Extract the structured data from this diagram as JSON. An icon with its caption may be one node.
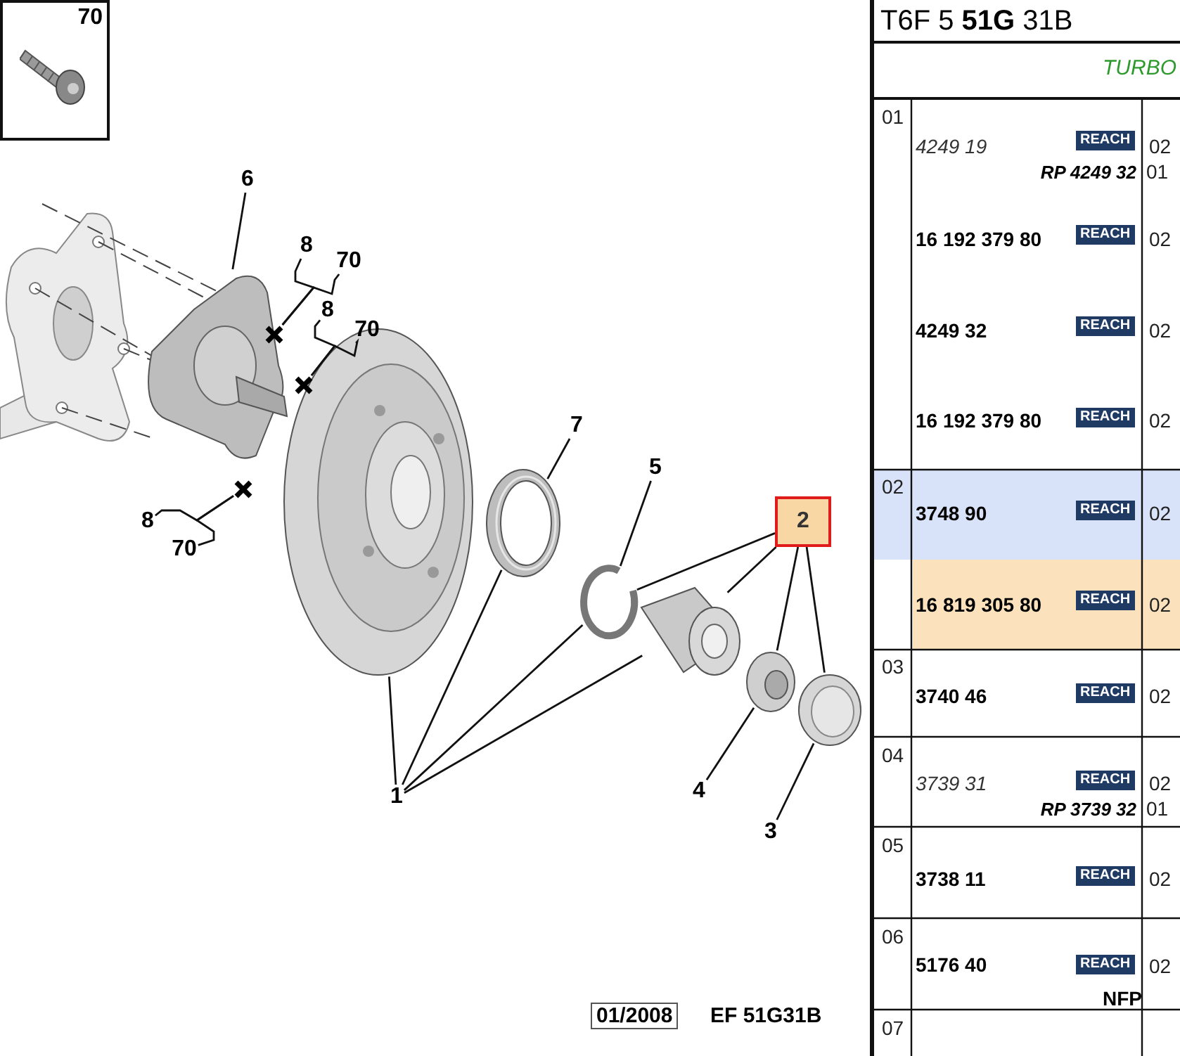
{
  "diagram": {
    "nodes": [
      {
        "text": [
          "70"
        ]
      },
      {
        "text": [
          "6"
        ]
      },
      {
        "text": [],
        "shape": "picture"
      },
      {
        "text": [
          "8"
        ]
      },
      {
        "text": [
          "70"
        ]
      },
      {
        "text": [],
        "shape": "cross"
      },
      {
        "text": [
          "8"
        ]
      },
      {
        "text": [
          "70"
        ]
      },
      {
        "text": [],
        "shape": "cross"
      },
      {
        "text": [
          "8"
        ]
      },
      {
        "text": [
          "70"
        ]
      },
      {
        "text": [],
        "shape": "cross"
      },
      {
        "text": [],
        "shape": "picture"
      },
      {
        "text": [
          "7"
        ]
      },
      {
        "text": [],
        "shape": "picture"
      },
      {
        "text": [
          "5"
        ]
      },
      {
        "text": [],
        "shape": "picture"
      },
      {
        "text": [
          "2"
        ]
      },
      {
        "text": [],
        "shape": "picture"
      },
      {
        "text": [],
        "shape": "picture"
      },
      {
        "text": [],
        "shape": "picture"
      },
      {
        "text": [
          "1"
        ]
      },
      {
        "text": [
          "4"
        ]
      },
      {
        "text": [
          "3"
        ]
      }
    ],
    "edges": [
      {
        "from": 1,
        "to": 2,
        "arrow": "none"
      },
      {
        "from": 3,
        "to": 5,
        "arrow": "none"
      },
      {
        "from": 4,
        "to": 5,
        "arrow": "none"
      },
      {
        "from": 6,
        "to": 8,
        "arrow": "none"
      },
      {
        "from": 7,
        "to": 8,
        "arrow": "none"
      },
      {
        "from": 9,
        "to": 11,
        "arrow": "none"
      },
      {
        "from": 10,
        "to": 11,
        "arrow": "none"
      },
      {
        "from": 13,
        "to": 14,
        "arrow": "none"
      },
      {
        "from": 15,
        "to": 16,
        "arrow": "none"
      },
      {
        "from": 17,
        "to": 16,
        "arrow": "none"
      },
      {
        "from": 17,
        "to": 18,
        "arrow": "none"
      },
      {
        "from": 17,
        "to": 19,
        "arrow": "none"
      },
      {
        "from": 17,
        "to": 20,
        "arrow": "none"
      },
      {
        "from": 21,
        "to": 12,
        "arrow": "none"
      },
      {
        "from": 21,
        "to": 14,
        "arrow": "none"
      },
      {
        "from": 21,
        "to": 16,
        "arrow": "none"
      },
      {
        "from": 21,
        "to": 18,
        "arrow": "none"
      },
      {
        "from": 22,
        "to": 19,
        "arrow": "none"
      },
      {
        "from": 23,
        "to": 20,
        "arrow": "none"
      }
    ],
    "labels": [
      "T6F 5 **51G** 31B",
      "TURBO",
      "01",
      "4249 19",
      "REACH",
      "02",
      "RP 4249 32",
      "01",
      "16 192 379 80",
      "REACH",
      "02",
      "4249 32",
      "REACH",
      "02",
      "16 192 379 80",
      "REACH",
      "02",
      "02",
      "3748 90",
      "REACH",
      "02",
      "16 819 305 80",
      "REACH",
      "02",
      "03",
      "3740 46",
      "REACH",
      "02",
      "04",
      "3739 31",
      "REACH",
      "02",
      "RP 3739 32",
      "01",
      "05",
      "3738 11",
      "REACH",
      "02",
      "06",
      "5176 40",
      "REACH",
      "02",
      "NFP",
      "07",
      "01/2008",
      "EF 51G31B"
    ]
  }
}
